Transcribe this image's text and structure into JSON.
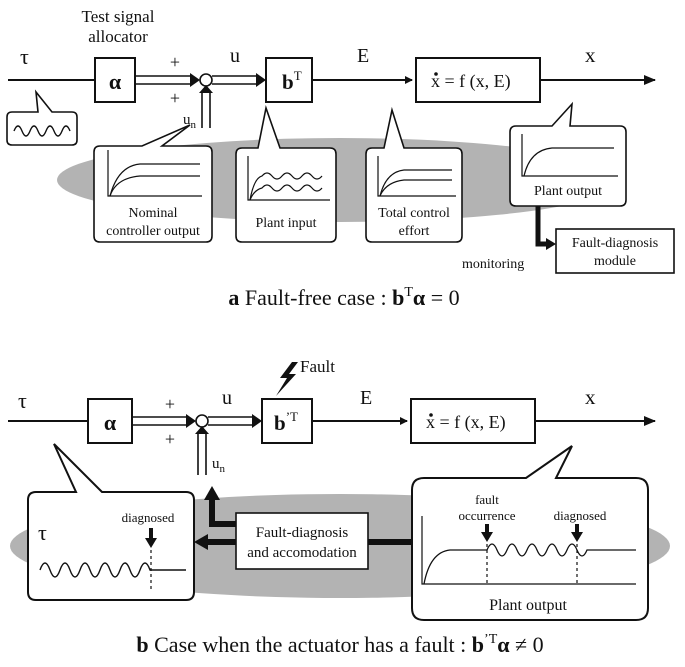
{
  "panel_a": {
    "tau": "τ",
    "allocator_label_line1": "Test signal",
    "allocator_label_line2": "allocator",
    "alpha": "α",
    "plus_top": "+",
    "plus_bottom": "+",
    "u": "u",
    "un": "u",
    "un_sub": "n",
    "b_block": "b",
    "b_sup": "T",
    "E": "E",
    "plant_eq": "x = f (x, E)",
    "x": "x",
    "nominal_label_line1": "Nominal",
    "nominal_label_line2": "controller output",
    "plant_input_label": "Plant input",
    "total_effort_line1": "Total control",
    "total_effort_line2": "effort",
    "plant_output_label": "Plant output",
    "monitoring": "monitoring",
    "fdm_line1": "Fault-diagnosis",
    "fdm_line2": "module",
    "caption_letter": "a",
    "caption_text": " Fault-free case : ",
    "caption_b": "b",
    "caption_sup": "T",
    "caption_alpha": "α",
    "caption_eq": " = 0"
  },
  "panel_b": {
    "fault": "Fault",
    "tau": "τ",
    "alpha": "α",
    "plus_top": "+",
    "plus_bottom": "+",
    "u": "u",
    "un": "u",
    "un_sub": "n",
    "b_block": "b",
    "b_sup": "’T",
    "E": "E",
    "plant_eq": "x = f (x, E)",
    "x": "x",
    "tau_inset": "τ",
    "diagnosed_left": "diagnosed",
    "fda_line1": "Fault-diagnosis",
    "fda_line2": "and accomodation",
    "fault_occ_line1": "fault",
    "fault_occ_line2": "occurrence",
    "diagnosed_right": "diagnosed",
    "plant_output_label": "Plant output",
    "caption_letter": "b",
    "caption_text": " Case when the actuator has a fault : ",
    "caption_b": "b",
    "caption_sup": "’T",
    "caption_alpha": "α",
    "caption_eq": " ≠ 0"
  }
}
